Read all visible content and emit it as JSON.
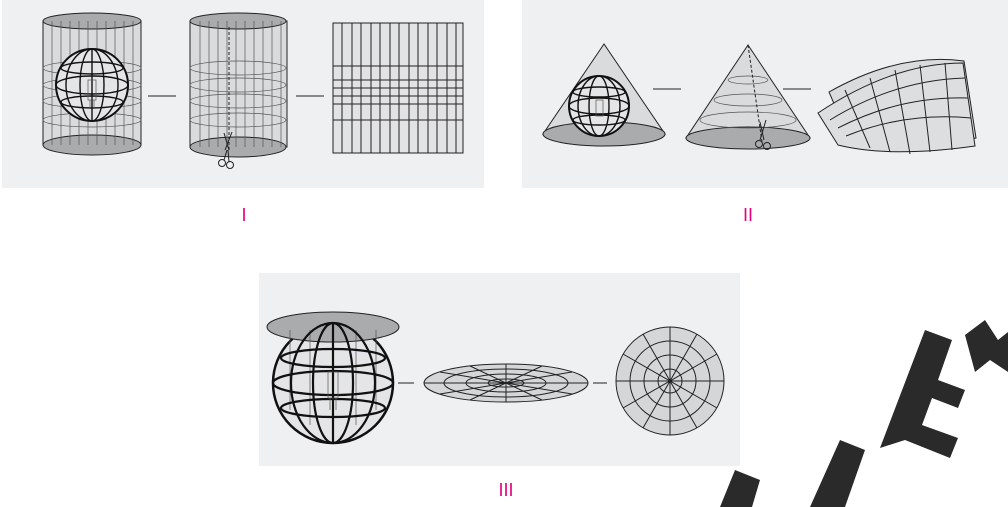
{
  "labels": {
    "p1": "I",
    "p2": "II",
    "p3": "III"
  },
  "colors": {
    "label": "#e6007e",
    "panel": "#eef0f1",
    "line": "#222222",
    "fill": "#c9cbcd",
    "cap": "#a9abad"
  },
  "panels": [
    {
      "id": "p1",
      "projection": "cylindrical",
      "steps": [
        "globe-in-cylinder",
        "cut-cylinder",
        "flat-grid"
      ]
    },
    {
      "id": "p2",
      "projection": "conic",
      "steps": [
        "globe-in-cone",
        "cut-cone",
        "flat-fan"
      ]
    },
    {
      "id": "p3",
      "projection": "azimuthal",
      "steps": [
        "globe-with-plane",
        "plane-side-view",
        "flat-disc"
      ]
    }
  ]
}
